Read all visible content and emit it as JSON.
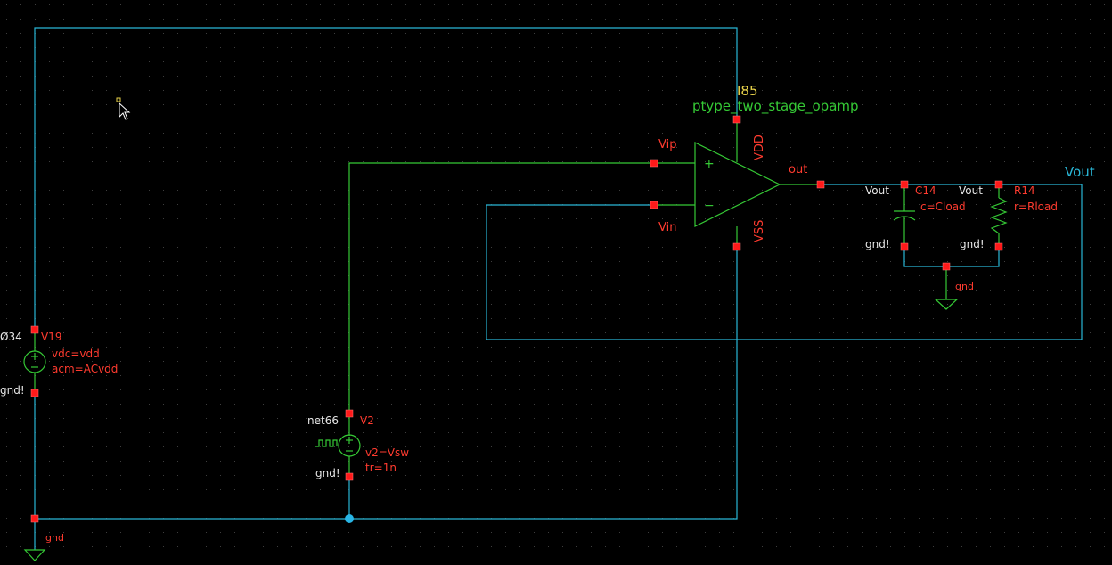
{
  "opamp": {
    "instance": "I85",
    "cell": "ptype_two_stage_opamp",
    "pin_vip": "Vip",
    "pin_vin": "Vin",
    "pin_vdd": "VDD",
    "pin_vss": "VSS",
    "pin_out": "out",
    "plus": "+",
    "minus": "−"
  },
  "v19": {
    "instance": "V19",
    "net_top": "Ø34",
    "net_bottom": "gnd!",
    "param1": "vdc=vdd",
    "param2": "acm=ACvdd"
  },
  "v2": {
    "instance": "V2",
    "net_top": "net66",
    "net_bottom": "gnd!",
    "param1": "v2=Vsw",
    "param2": "tr=1n"
  },
  "c14": {
    "instance": "C14",
    "net_top": "Vout",
    "net_bottom": "gnd!",
    "param": "c=Cload"
  },
  "r14": {
    "instance": "R14",
    "net_top": "Vout",
    "net_bottom": "gnd!",
    "param": "r=Rload"
  },
  "labels": {
    "vout_wire": "Vout",
    "gnd_load": "gnd",
    "gnd_main": "gnd"
  }
}
